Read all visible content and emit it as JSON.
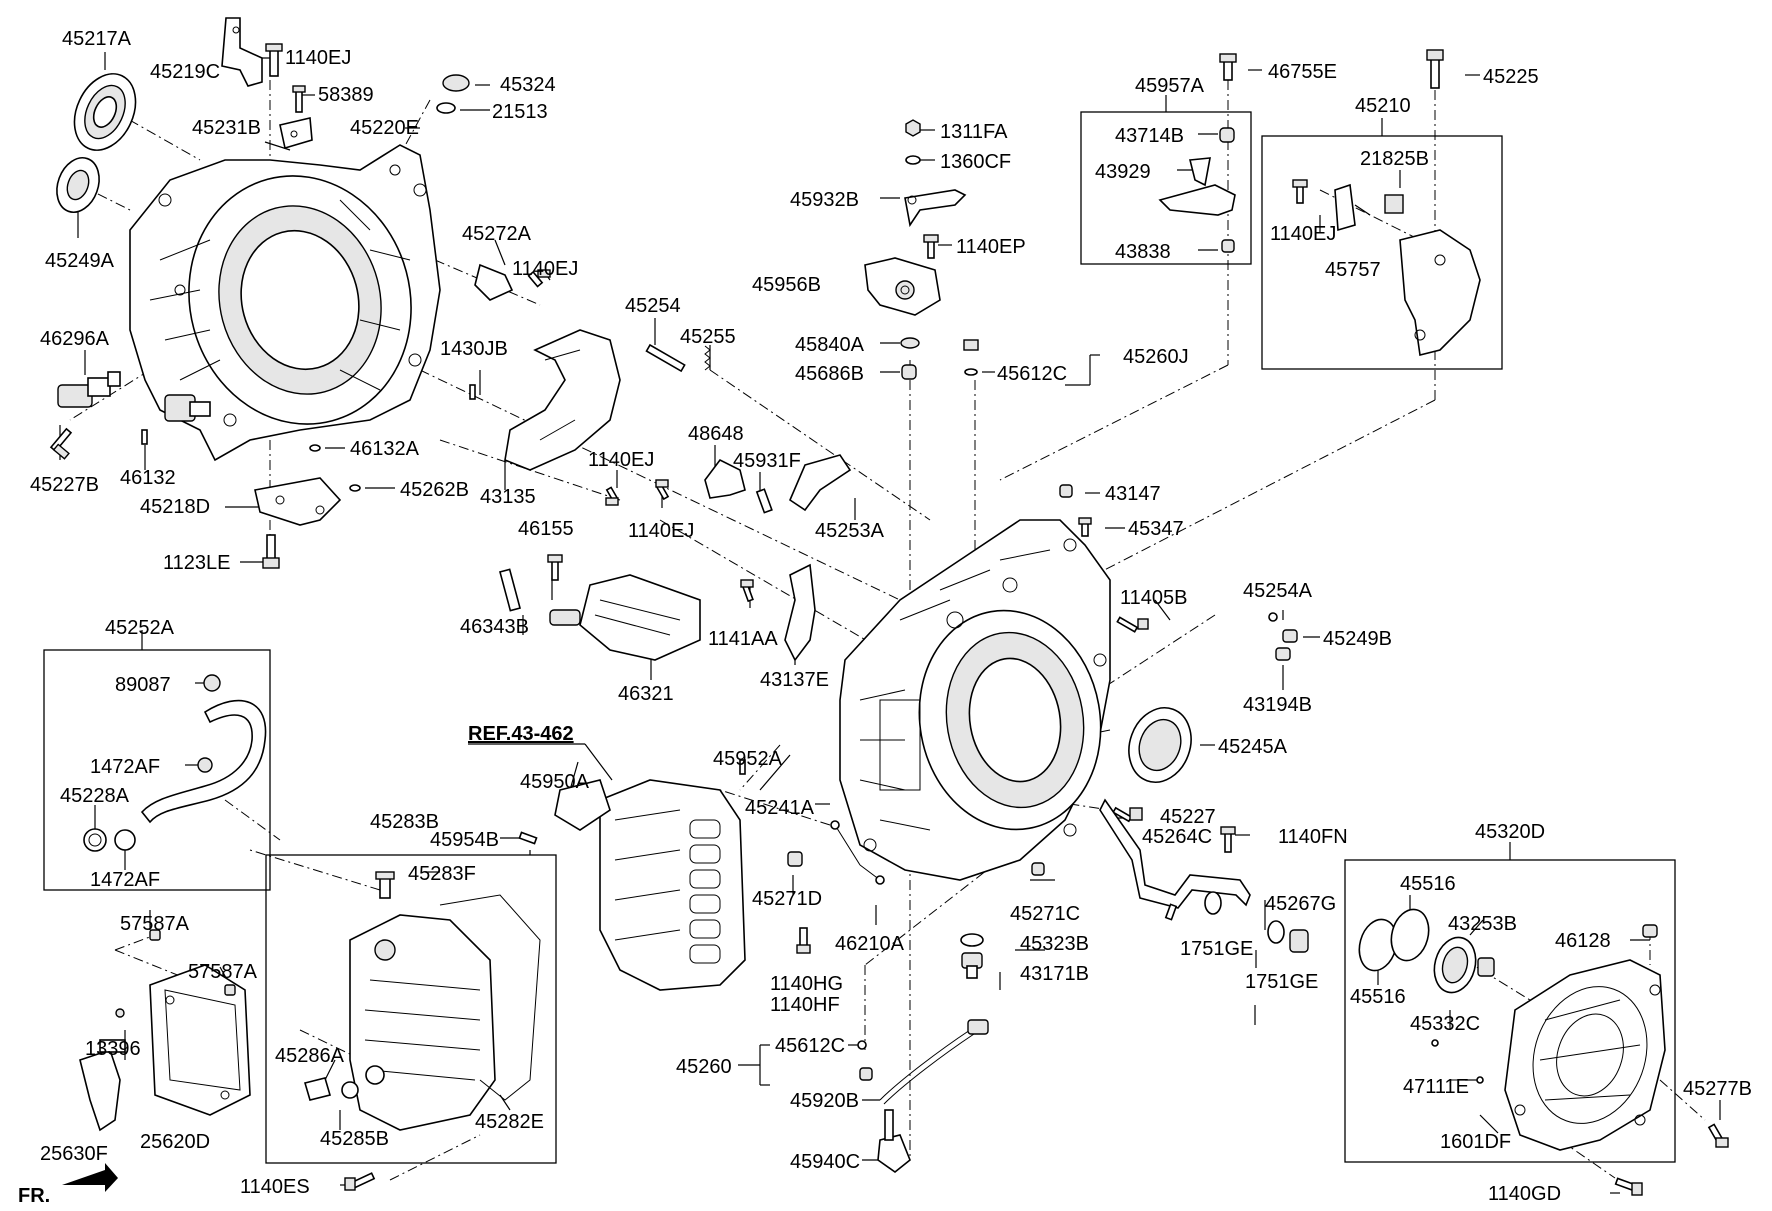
{
  "diagram": {
    "reference": "REF.43-462",
    "front_marker": "FR.",
    "labels": {
      "l45217A": "45217A",
      "l45219C": "45219C",
      "l1140EJ_a": "1140EJ",
      "l58389": "58389",
      "l45324": "45324",
      "l21513": "21513",
      "l45231B": "45231B",
      "l45220E": "45220E",
      "l45249A": "45249A",
      "l45272A": "45272A",
      "l1140EJ_b": "1140EJ",
      "l46296A": "46296A",
      "l1430JB": "1430JB",
      "l46132A": "46132A",
      "l45227B": "45227B",
      "l46132": "46132",
      "l45262B": "45262B",
      "l43135": "43135",
      "l45218D": "45218D",
      "l1123LE": "1123LE",
      "l45254": "45254",
      "l45255": "45255",
      "l48648": "48648",
      "l45931F": "45931F",
      "l1140EJ_c": "1140EJ",
      "l1140EJ_d": "1140EJ",
      "l45253A": "45253A",
      "l46155": "46155",
      "l46343B": "46343B",
      "l46321": "46321",
      "l1141AA": "1141AA",
      "l43137E": "43137E",
      "l1311FA": "1311FA",
      "l1360CF": "1360CF",
      "l45932B": "45932B",
      "l1140EP": "1140EP",
      "l45956B": "45956B",
      "l45840A": "45840A",
      "l45686B": "45686B",
      "l45612C_a": "45612C",
      "l45260J": "45260J",
      "l46755E": "46755E",
      "l45957A": "45957A",
      "l43714B": "43714B",
      "l43929": "43929",
      "l43838": "43838",
      "l45225": "45225",
      "l45210": "45210",
      "l21825B": "21825B",
      "l1140EJ_e": "1140EJ",
      "l45757": "45757",
      "l43147": "43147",
      "l45347": "45347",
      "l11405B": "11405B",
      "l45254A": "45254A",
      "l45249B": "45249B",
      "l43194B": "43194B",
      "l45245A": "45245A",
      "l45252A": "45252A",
      "l89087": "89087",
      "l1472AF_a": "1472AF",
      "l45228A": "45228A",
      "l1472AF_b": "1472AF",
      "l45952A": "45952A",
      "l45950A": "45950A",
      "l45241A": "45241A",
      "l45954B": "45954B",
      "l45227": "45227",
      "l45264C": "45264C",
      "l1140FN": "1140FN",
      "l45283B": "45283B",
      "l45283F": "45283F",
      "l45271D": "45271D",
      "l46210A": "46210A",
      "l45271C": "45271C",
      "l45323B": "45323B",
      "l43171B": "43171B",
      "l1140HG": "1140HG",
      "l1140HF": "1140HF",
      "l45267G": "45267G",
      "l1751GE_a": "1751GE",
      "l1751GE_b": "1751GE",
      "l57587A_a": "57587A",
      "l57587A_b": "57587A",
      "l13396": "13396",
      "l45286A": "45286A",
      "l45285B": "45285B",
      "l45282E": "45282E",
      "l25630F": "25630F",
      "l25620D": "25620D",
      "l1140ES": "1140ES",
      "l45260": "45260",
      "l45612C_b": "45612C",
      "l45920B": "45920B",
      "l45940C": "45940C",
      "l45320D": "45320D",
      "l45516_a": "45516",
      "l45516_b": "45516",
      "l43253B": "43253B",
      "l46128": "46128",
      "l45332C": "45332C",
      "l47111E": "47111E",
      "l1601DF": "1601DF",
      "l45277B": "45277B",
      "l1140GD": "1140GD"
    }
  }
}
